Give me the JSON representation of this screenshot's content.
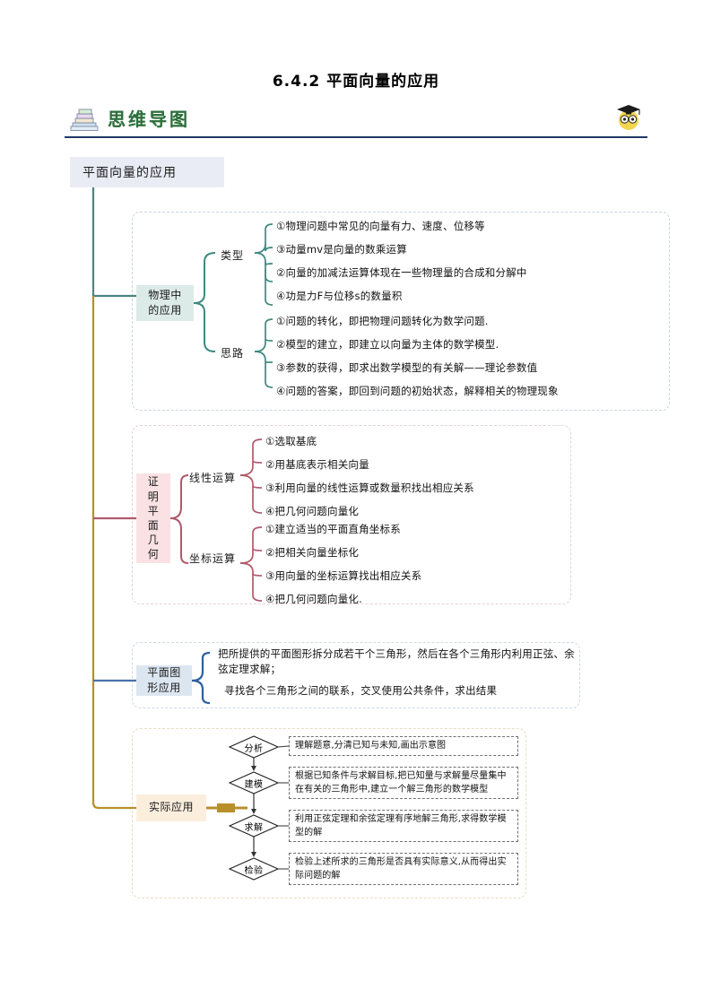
{
  "document": {
    "title": "6.4.2 平面向量的应用",
    "header_label": "思维导图",
    "books_icon": "books-icon",
    "owl_icon": "graduate-owl-icon"
  },
  "mindmap": {
    "root": "平面向量的应用",
    "sections": [
      {
        "id": "physics",
        "label": "物理中\n的应用",
        "color": "#4a8580",
        "box_color": "#dcebe8",
        "groups": [
          {
            "label": "类型",
            "items": [
              "①物理问题中常见的向量有力、速度、位移等",
              "③动量mv是向量的数乘运算",
              "②向量的加减法运算体现在一些物理量的合成和分解中",
              "④功是力F与位移s的数量积"
            ]
          },
          {
            "label": "思路",
            "items": [
              "①问题的转化，即把物理问题转化为数学问题.",
              "②模型的建立，即建立以向量为主体的数学模型.",
              "③参数的获得，即求出数学模型的有关解——理论参数值",
              "④问题的答案，即回到问题的初始状态，解释相关的物理现象"
            ]
          }
        ]
      },
      {
        "id": "proof",
        "label": "证明平面几何",
        "color": "#b0596b",
        "box_color": "#fae2e4",
        "groups": [
          {
            "label": "线性运算",
            "items": [
              "①选取基底",
              "②用基底表示相关向量",
              "③利用向量的线性运算或数量积找出相应关系",
              "④把几何问题向量化"
            ]
          },
          {
            "label": "坐标运算",
            "items": [
              "①建立适当的平面直角坐标系",
              "②把相关向量坐标化",
              "③用向量的坐标运算找出相应关系",
              "④把几何问题向量化."
            ]
          }
        ]
      },
      {
        "id": "plane-figure",
        "label": "平面图\n形应用",
        "color": "#4a72a8",
        "box_color": "#dce6f1",
        "lines": [
          "把所提供的平面图形拆分成若干个三角形，然后在各个三角形内利用正弦、余弦定理求解；",
          "寻找各个三角形之间的联系，交叉使用公共条件，求出结果"
        ]
      },
      {
        "id": "real-application",
        "label": "实际应用",
        "color": "#b8902a",
        "box_color": "#fceedd",
        "flow": [
          {
            "node": "分析",
            "text": "理解题意,分清已知与未知,画出示意图"
          },
          {
            "node": "建模",
            "text": "根据已知条件与求解目标,把已知量与求解量尽量集中在有关的三角形中,建立一个解三角形的数学模型"
          },
          {
            "node": "求解",
            "text": "利用正弦定理和余弦定理有序地解三角形,求得数学模型的解"
          },
          {
            "node": "检验",
            "text": "检验上述所求的三角形是否具有实际意义,从而得出实际问题的解"
          }
        ]
      }
    ]
  },
  "colors": {
    "spine_top": "#4a8580",
    "spine_bottom": "#b8902a",
    "rule": "#1f3864",
    "root_bg": "#e9ecf5"
  }
}
